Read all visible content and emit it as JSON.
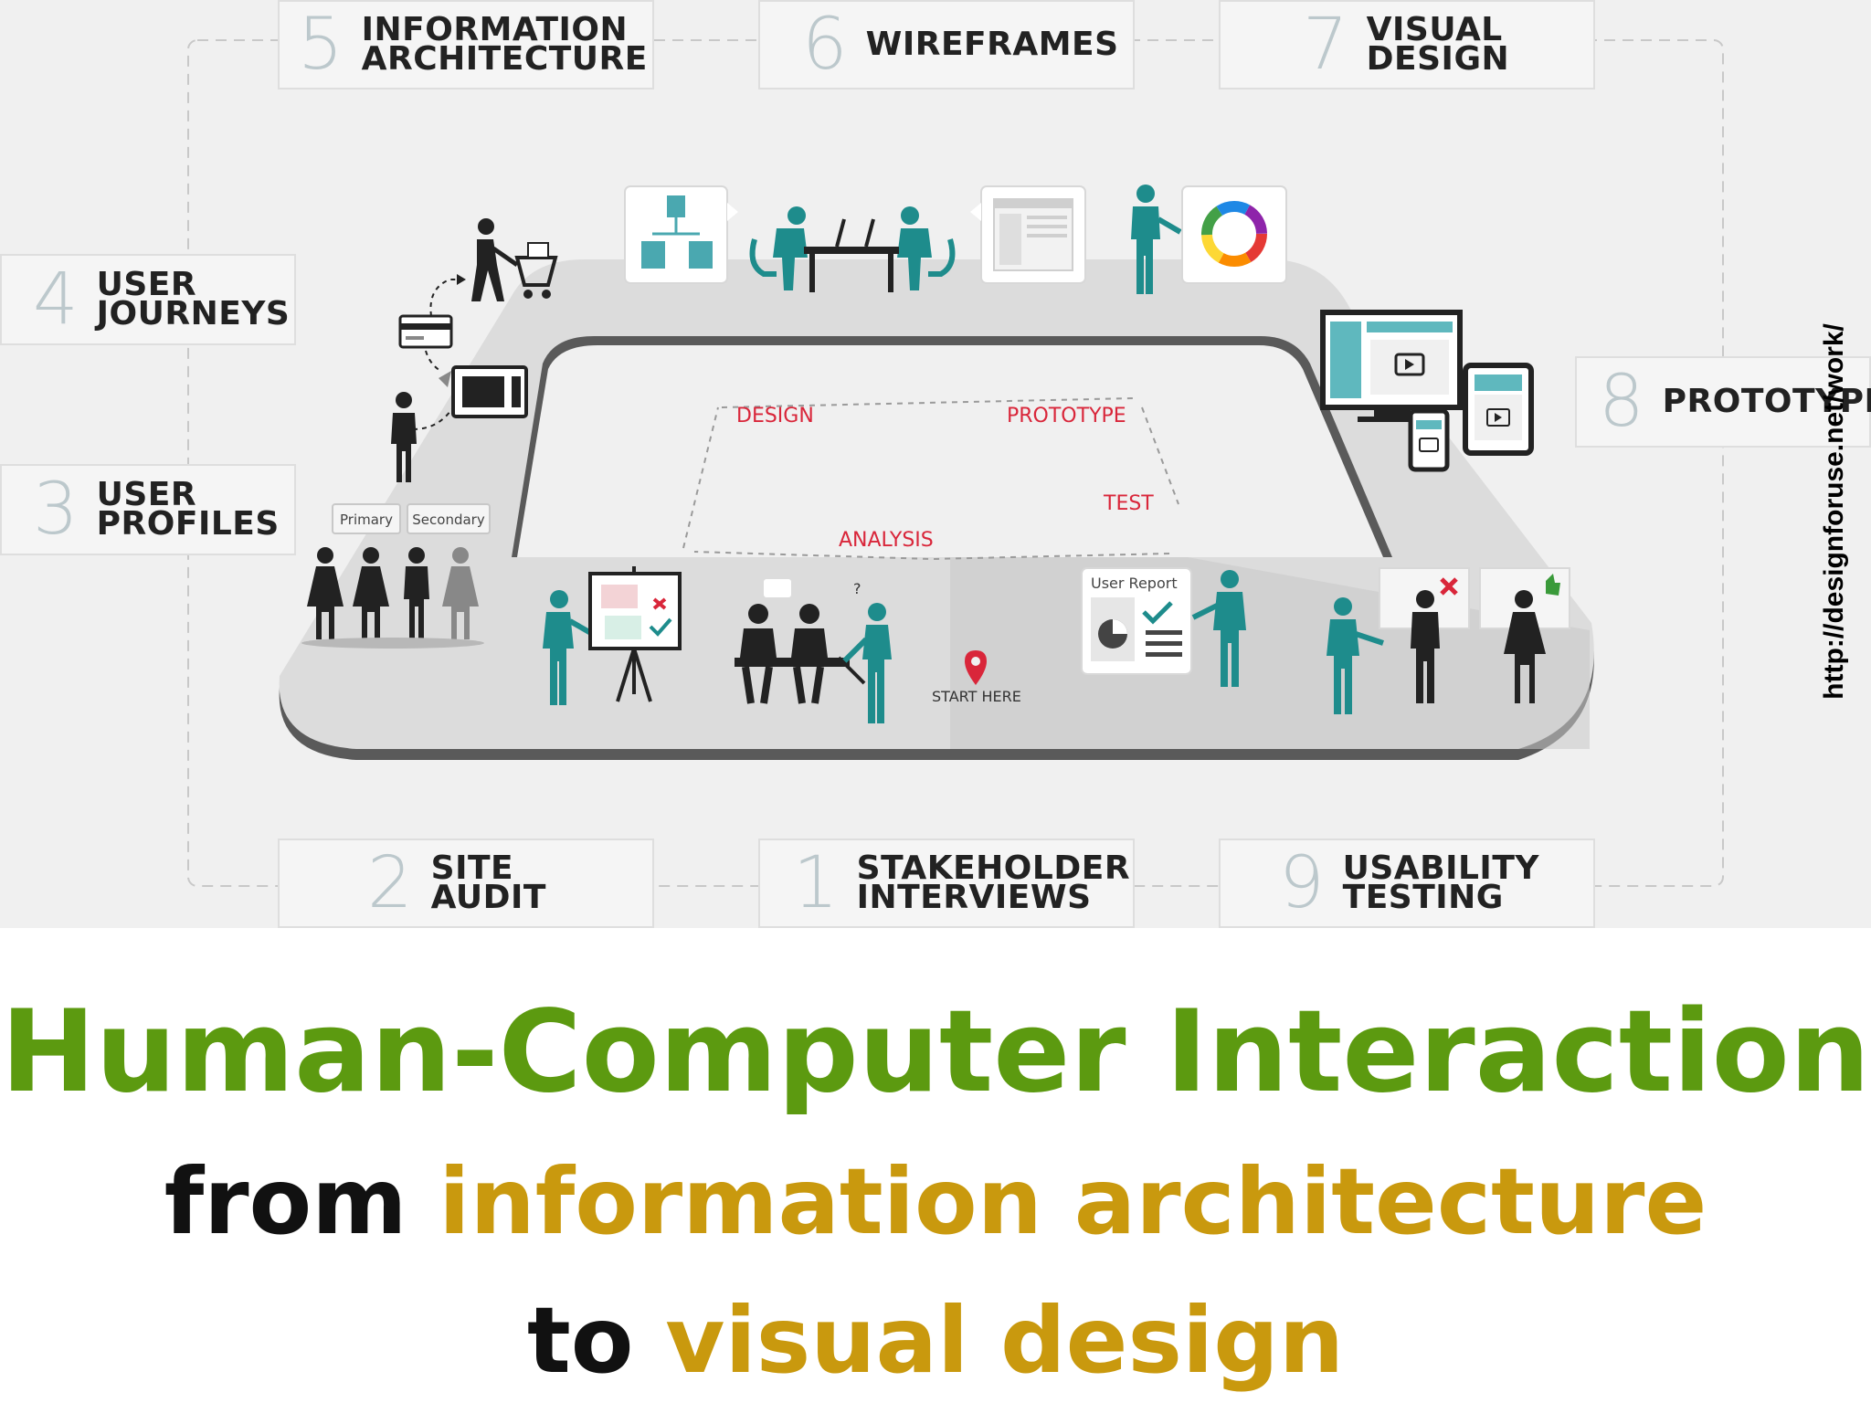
{
  "steps": [
    {
      "num": "1",
      "label": "STAKEHOLDER\nINTERVIEWS"
    },
    {
      "num": "2",
      "label": "SITE\nAUDIT"
    },
    {
      "num": "3",
      "label": "USER\nPROFILES"
    },
    {
      "num": "4",
      "label": "USER\nJOURNEYS"
    },
    {
      "num": "5",
      "label": "INFORMATION\nARCHITECTURE"
    },
    {
      "num": "6",
      "label": "WIREFRAMES"
    },
    {
      "num": "7",
      "label": "VISUAL\nDESIGN"
    },
    {
      "num": "8",
      "label": "PROTOTYPE"
    },
    {
      "num": "9",
      "label": "USABILITY\nTESTING"
    }
  ],
  "cycle": {
    "design": "DESIGN",
    "prototype": "PROTOTYPE",
    "test": "TEST",
    "analysis": "ANALYSIS"
  },
  "labels": {
    "start_here": "START HERE",
    "primary": "Primary",
    "secondary": "Secondary",
    "user_report": "User Report",
    "question_mark": "?"
  },
  "credit": "http://designforuse.net/work/",
  "caption": {
    "title": "Human-Computer Interaction",
    "line1_a": "from ",
    "line1_b": "information architecture",
    "line2_a": "to ",
    "line2_b": "visual design"
  },
  "colors": {
    "teal": "#1e8c8c",
    "dark_figure": "#222222",
    "cycle_red": "#d9263a",
    "title_green": "#5c9a10",
    "caption_gold": "#c9990e"
  }
}
